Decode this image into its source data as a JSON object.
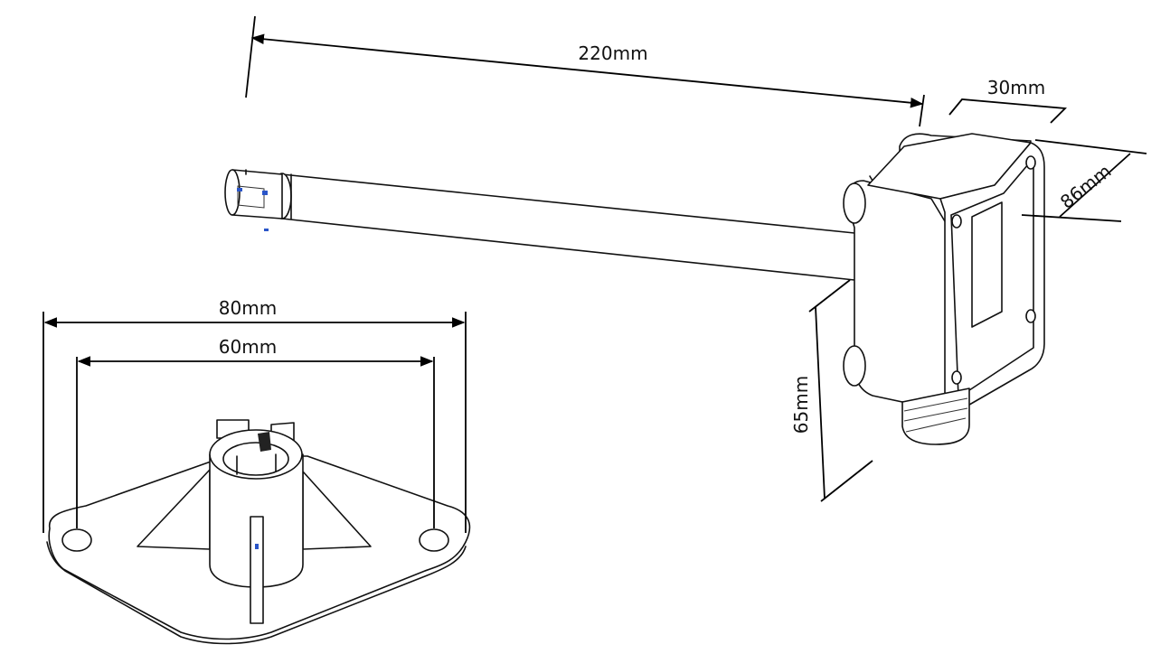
{
  "dimensions": {
    "probe_length": "220mm",
    "housing_depth": "30mm",
    "housing_width": "86mm",
    "housing_height": "65mm",
    "flange_outer": "80mm",
    "flange_hole_spacing": "60mm"
  }
}
